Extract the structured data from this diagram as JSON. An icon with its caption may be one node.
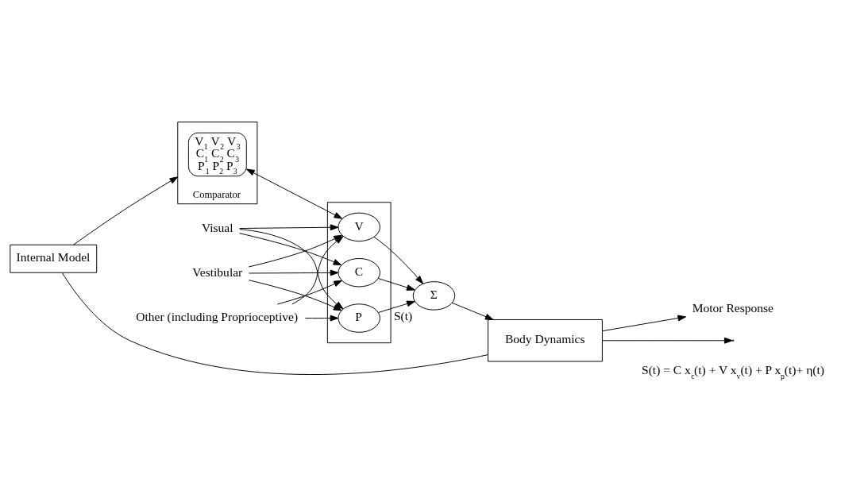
{
  "diagram": {
    "nodes": [
      {
        "text": [
          "Internal Model"
        ]
      },
      {
        "text": [
          "Comparator"
        ]
      },
      {
        "text": [
          "V$_{1}$ V$_{2}$ V$_{3}$",
          "C$_{1}$ C$_{2}$ C$_{3}$",
          "P$_{1}$ P$_{2}$ P$_{3}$"
        ],
        "in": 1
      },
      {
        "text": [
          "Visual"
        ]
      },
      {
        "text": [
          "Vestibular"
        ]
      },
      {
        "text": [
          "Other (including Proprioceptive)"
        ]
      },
      {
        "text": [],
        "shape": "box"
      },
      {
        "text": [
          "V"
        ],
        "in": 6
      },
      {
        "text": [
          "C"
        ],
        "in": 6
      },
      {
        "text": [
          "P"
        ],
        "in": 6
      },
      {
        "text": [
          "Σ"
        ],
        "beside": [
          "S(t)"
        ]
      },
      {
        "text": [
          "Body Dynamics"
        ]
      },
      {
        "text": [
          "Motor Response"
        ]
      }
    ],
    "edges": [
      {
        "from": 11,
        "to": null,
        "arrow": "to"
      },
      {
        "from": 11,
        "to": 0,
        "arrow": "none"
      },
      {
        "from": 0,
        "to": 1,
        "arrow": "to"
      },
      {
        "from": 2,
        "to": 7,
        "arrow": "both"
      },
      {
        "from": 3,
        "to": 7,
        "arrow": "to"
      },
      {
        "from": 3,
        "to": 8,
        "arrow": "to"
      },
      {
        "from": 3,
        "to": 9,
        "arrow": "to"
      },
      {
        "from": 4,
        "to": 7,
        "arrow": "to"
      },
      {
        "from": 4,
        "to": 8,
        "arrow": "to"
      },
      {
        "from": 4,
        "to": 9,
        "arrow": "to"
      },
      {
        "from": 5,
        "to": 7,
        "arrow": "to"
      },
      {
        "from": 5,
        "to": 8,
        "arrow": "to"
      },
      {
        "from": 5,
        "to": 9,
        "arrow": "to"
      },
      {
        "from": 7,
        "to": 10,
        "arrow": "to"
      },
      {
        "from": 8,
        "to": 10,
        "arrow": "to"
      },
      {
        "from": 9,
        "to": 10,
        "arrow": "to"
      },
      {
        "from": 10,
        "to": 11,
        "arrow": "to"
      },
      {
        "from": 11,
        "to": 12,
        "arrow": "to"
      }
    ],
    "labels": [
      "S(t) = C x$_{c}$(t) + V x$_{v}$(t) + P x$_{p}$(t)+ η(t)"
    ]
  }
}
